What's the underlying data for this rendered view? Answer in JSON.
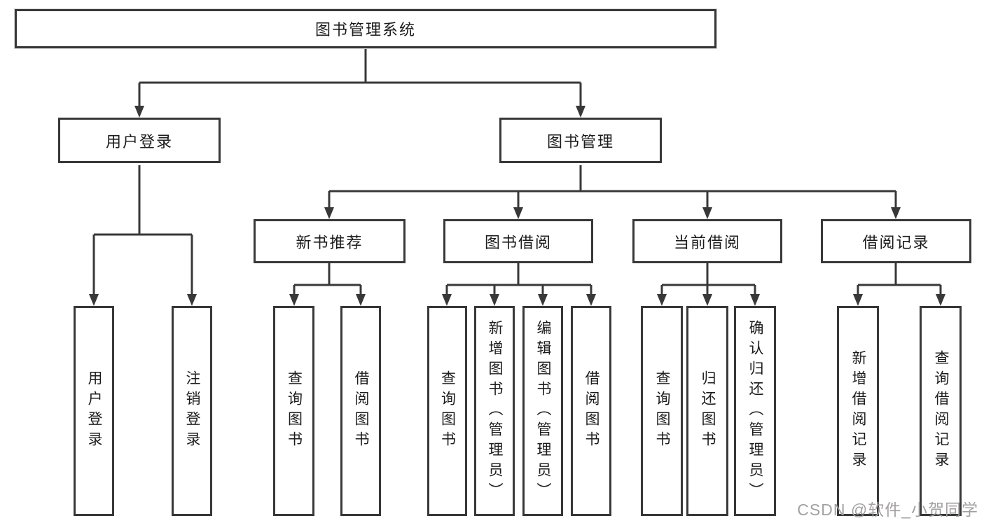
{
  "diagram": {
    "nodes": {
      "root": "图书管理系统",
      "user_login": "用户登录",
      "book_management": "图书管理",
      "new_book_recommend": "新书推荐",
      "book_borrow": "图书借阅",
      "current_borrow": "当前借阅",
      "borrow_records": "借阅记录",
      "leaf_user_login": "用户登录",
      "leaf_logout": "注销登录",
      "leaf_nbr_query_book": "查询图书",
      "leaf_nbr_borrow_book": "借阅图书",
      "leaf_bb_query_book": "查询图书",
      "leaf_bb_add_book": "新增图书（管理员）",
      "leaf_bb_edit_book": "编辑图书（管理员）",
      "leaf_bb_borrow_book": "借阅图书",
      "leaf_cb_query_book": "查询图书",
      "leaf_cb_return_book": "归还图书",
      "leaf_cb_confirm_return": "确认归还（管理员）",
      "leaf_br_add_record": "新增借阅记录",
      "leaf_br_query_record": "查询借阅记录"
    },
    "colors": {
      "line": "#383838",
      "text": "#1c1c1c",
      "background": "#ffffff",
      "watermark": "#a3a0a0"
    }
  },
  "watermark": "CSDN @软件_小贺同学"
}
